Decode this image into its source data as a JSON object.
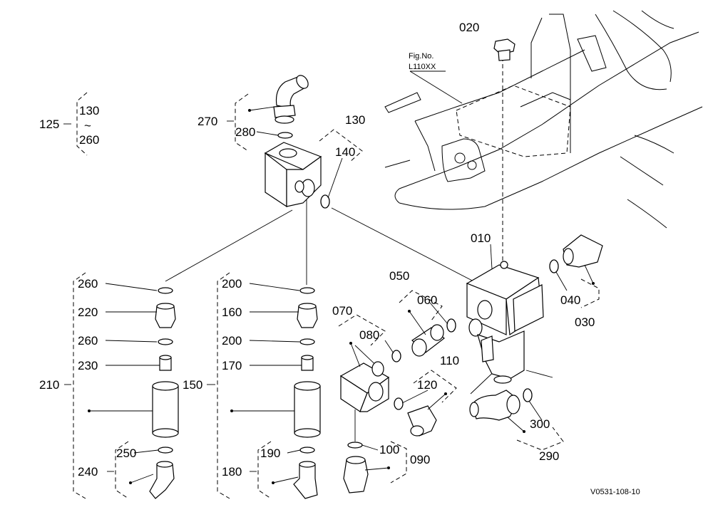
{
  "diagram": {
    "figure_ref_line1": "Fig.No.",
    "figure_ref_line2": "L110XX",
    "drawing_code": "V0531-108-10",
    "range_note": {
      "top": "130",
      "tilde": "~",
      "bottom": "260"
    },
    "labels": {
      "p010": "010",
      "p020": "020",
      "p030": "030",
      "p040": "040",
      "p050": "050",
      "p060": "060",
      "p070": "070",
      "p080": "080",
      "p090": "090",
      "p100": "100",
      "p110": "110",
      "p120": "120",
      "p125": "125",
      "p130": "130",
      "p140": "140",
      "p150": "150",
      "p160": "160",
      "p170": "170",
      "p180": "180",
      "p190": "190",
      "p200a": "200",
      "p200b": "200",
      "p210": "210",
      "p220": "220",
      "p230": "230",
      "p240": "240",
      "p250": "250",
      "p260a": "260",
      "p260b": "260",
      "p270": "270",
      "p280": "280",
      "p290": "290",
      "p300": "300"
    }
  }
}
